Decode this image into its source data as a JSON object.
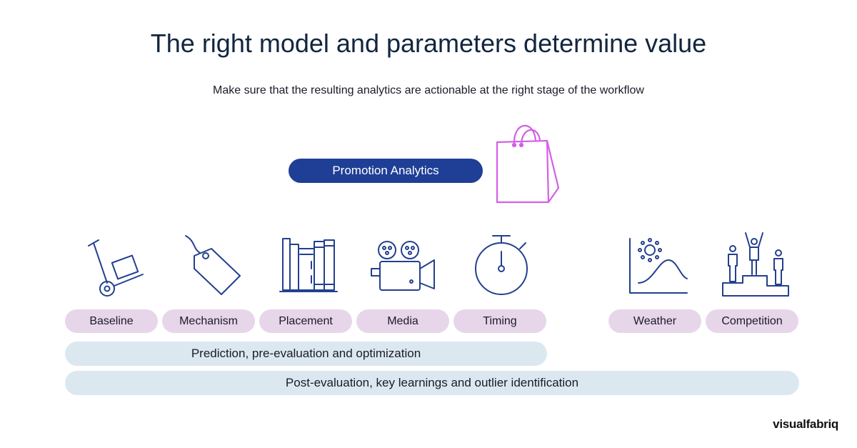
{
  "title": "The right model and parameters determine value",
  "subtitle": "Make sure that the resulting analytics are actionable at the right stage of the workflow",
  "promo": {
    "label": "Promotion Analytics",
    "icon": "shopping-bag-icon",
    "icon_color": "#d45fe6"
  },
  "categories": [
    {
      "label": "Baseline",
      "icon": "hand-truck-icon"
    },
    {
      "label": "Mechanism",
      "icon": "price-tag-icon"
    },
    {
      "label": "Placement",
      "icon": "shelf-icon"
    },
    {
      "label": "Media",
      "icon": "video-camera-icon"
    },
    {
      "label": "Timing",
      "icon": "stopwatch-icon"
    },
    {
      "label": "Weather",
      "icon": "weather-chart-icon"
    },
    {
      "label": "Competition",
      "icon": "podium-icon"
    }
  ],
  "bands": {
    "prediction": "Prediction, pre-evaluation and optimization",
    "post": "Post-evaluation, key learnings and outlier identification"
  },
  "brand": "visualfabriq",
  "colors": {
    "primary": "#1f3f96",
    "chip": "#e7d6ea",
    "band": "#dbe8f0",
    "icon": "#23408f",
    "accent": "#d45fe6"
  }
}
